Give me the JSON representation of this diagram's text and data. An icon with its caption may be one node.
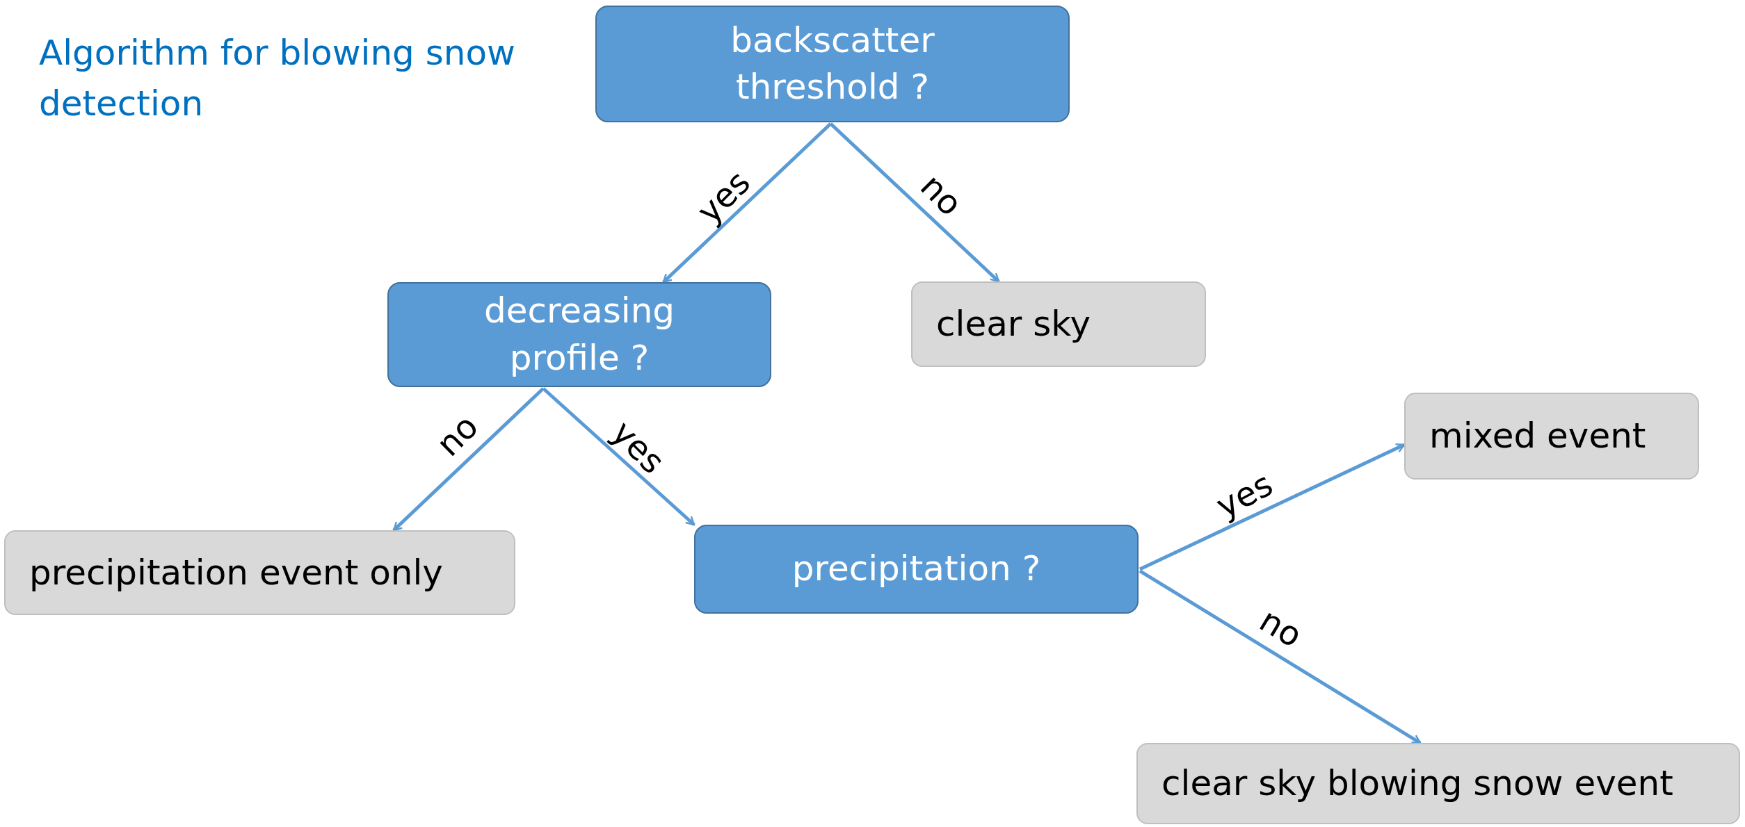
{
  "diagram": {
    "title": "Algorithm for blowing snow detection",
    "nodes": [
      {
        "text": [
          "backscatter threshold ?"
        ]
      },
      {
        "text": [
          "decreasing profile ?"
        ]
      },
      {
        "text": [
          "clear sky"
        ]
      },
      {
        "text": [
          "precipitation event only"
        ]
      },
      {
        "text": [
          "precipitation ?"
        ]
      },
      {
        "text": [
          "mixed event"
        ]
      },
      {
        "text": [
          "clear sky blowing snow event"
        ]
      }
    ],
    "edges": [
      {
        "from": 0,
        "to": 1,
        "arrow": "to",
        "label": "yes"
      },
      {
        "from": 0,
        "to": 2,
        "arrow": "to",
        "label": "no"
      },
      {
        "from": 1,
        "to": 3,
        "arrow": "to",
        "label": "no"
      },
      {
        "from": 1,
        "to": 4,
        "arrow": "to",
        "label": "yes"
      },
      {
        "from": 4,
        "to": 5,
        "arrow": "to",
        "label": "yes"
      },
      {
        "from": 4,
        "to": 6,
        "arrow": "to",
        "label": "no"
      }
    ]
  }
}
